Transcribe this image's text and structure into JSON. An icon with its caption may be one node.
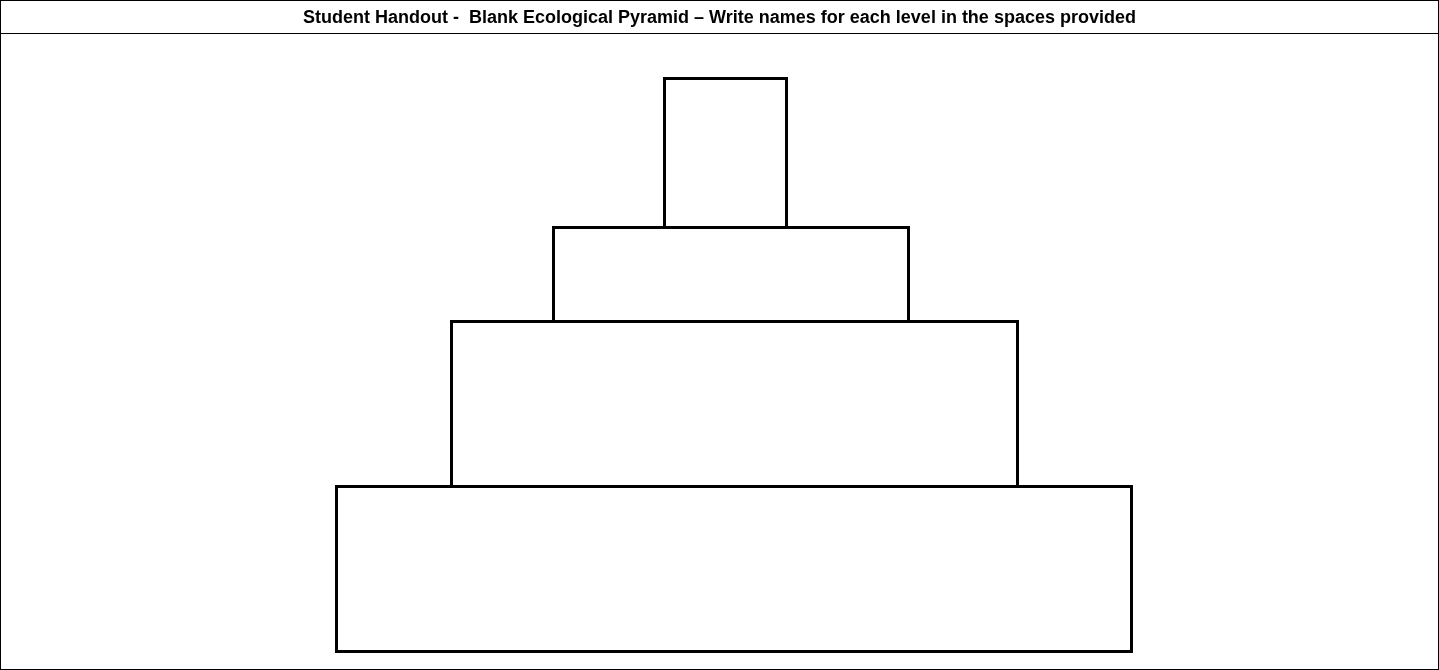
{
  "diagram": {
    "title": "Student Handout -  Blank Ecological Pyramid – Write names for each level in the spaces provided",
    "nodes": [
      {
        "text": [],
        "shape": "box"
      },
      {
        "text": [],
        "shape": "box"
      },
      {
        "text": [],
        "shape": "box"
      },
      {
        "text": [],
        "shape": "box"
      }
    ]
  }
}
